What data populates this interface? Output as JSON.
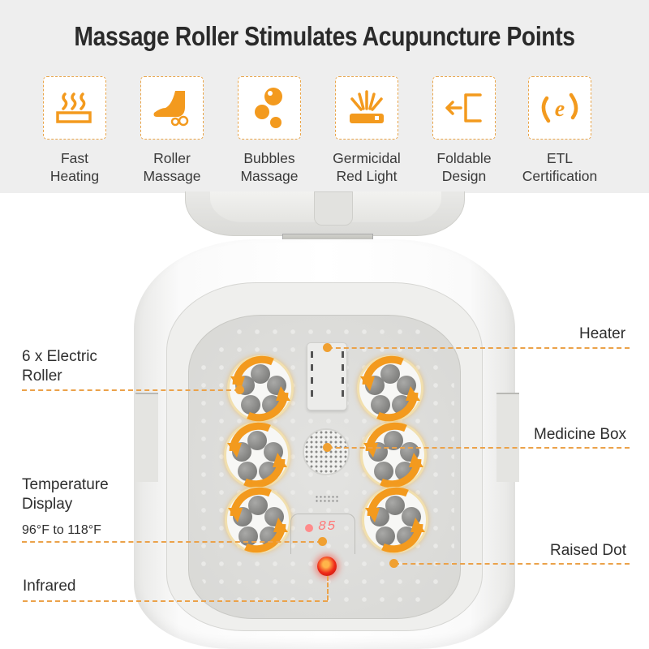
{
  "header": {
    "title": "Massage Roller Stimulates Acupuncture Points"
  },
  "features": [
    {
      "icon": "heating-icon",
      "line1": "Fast",
      "line2": "Heating"
    },
    {
      "icon": "roller-foot-icon",
      "line1": "Roller",
      "line2": "Massage"
    },
    {
      "icon": "bubbles-icon",
      "line1": "Bubbles",
      "line2": "Massage"
    },
    {
      "icon": "red-light-icon",
      "line1": "Germicidal",
      "line2": "Red Light"
    },
    {
      "icon": "foldable-icon",
      "line1": "Foldable",
      "line2": "Design"
    },
    {
      "icon": "etl-certification-icon",
      "line1": "ETL",
      "line2": "Certification"
    }
  ],
  "callouts": {
    "heater": "Heater",
    "electric_roller": {
      "line1": "6 x Electric",
      "line2": "Roller"
    },
    "medicine_box": "Medicine Box",
    "temperature": {
      "line1": "Temperature",
      "line2": "Display",
      "range": "96°F to 118°F"
    },
    "raised_dot": "Raised Dot",
    "infrared": "Infrared"
  },
  "display": {
    "value": "85"
  },
  "colors": {
    "accent": "#F39A1E",
    "header_bg": "#EEEEEE",
    "dash": "#EBA24A",
    "text": "#2E2E2E",
    "infrared": "#EF2A1A",
    "display_led": "#FF7B7B"
  }
}
